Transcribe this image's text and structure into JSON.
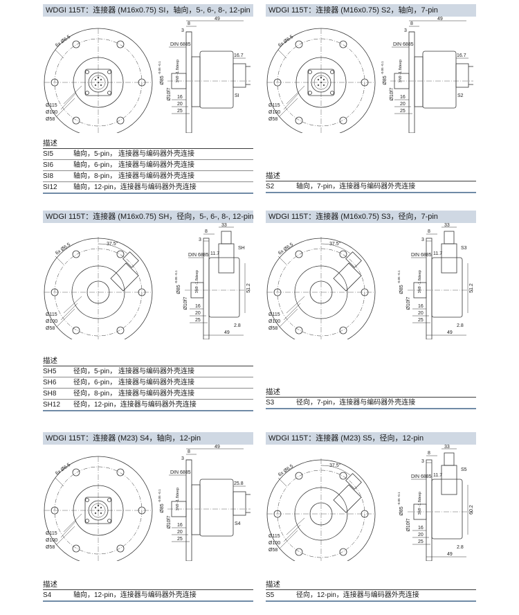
{
  "panels": [
    {
      "title": "WDGI 115T：连接器 (M16x0.75)  SI，轴向，5-, 6-, 8-, 12-pin",
      "table_title": "描述",
      "labels": {
        "holes": "6x Ø6.5",
        "d115": "Ø115",
        "d100": "Ø100",
        "d58": "Ø58",
        "din": "DIN 6885",
        "key": "3N9 -1.8deep",
        "d85": "Ø85",
        "tol": "-0.05 -0.1",
        "d10": "Ø10f7",
        "l16": "16",
        "l20": "20",
        "l25": "25",
        "w49": "49",
        "w8": "8",
        "w3": "3",
        "w16": "16.7",
        "conn": "SI"
      },
      "rows": [
        {
          "code": "SI5",
          "desc": "轴向，5-pin，  连接器与编码器外壳连接"
        },
        {
          "code": "SI6",
          "desc": "轴向，6-pin，  连接器与编码器外壳连接"
        },
        {
          "code": "SI8",
          "desc": "轴向，8-pin，  连接器与编码器外壳连接"
        },
        {
          "code": "SI12",
          "desc": "轴向，12-pin，连接器与编码器外壳连接"
        }
      ]
    },
    {
      "title": "WDGI 115T：连接器 (M16x0.75)  S2，轴向，7-pin",
      "table_title": "描述",
      "labels": {
        "holes": "6x Ø6.5",
        "d115": "Ø115",
        "d100": "Ø100",
        "d58": "Ø58",
        "din": "DIN 6885",
        "key": "3N9 -1.8deep",
        "d85": "Ø85",
        "tol": "-0.05 -0.1",
        "d10": "Ø10f7",
        "l16": "16",
        "l20": "20",
        "l25": "25",
        "w49": "49",
        "w8": "8",
        "w3": "3",
        "w16": "16.7",
        "conn": "S2"
      },
      "rows": [
        {
          "code": "S2",
          "desc": "轴向，7-pin，连接器与编码器外壳连接"
        }
      ]
    },
    {
      "title": "WDGI 115T：连接器 (M16x0.75)  SH，径向，5-, 6-, 8-, 12-pin",
      "table_title": "描述",
      "labels": {
        "holes": "6x Ø6.5",
        "d115": "Ø115",
        "d100": "Ø100",
        "d58": "Ø58",
        "din": "DIN 6885",
        "key": "3N9 -1.8deep",
        "d85": "Ø85",
        "tol": "-0.05 -0.1",
        "d10": "Ø10f7",
        "l16": "16",
        "l20": "20",
        "l25": "25",
        "w49": "49",
        "w8": "8",
        "w3": "3",
        "angle": "37.5°",
        "w33": "33",
        "w117": "11.7",
        "h512": "51.2",
        "w28": "2.8",
        "conn": "SH"
      },
      "rows": [
        {
          "code": "SH5",
          "desc": "径向，5-pin，  连接器与编码器外壳连接"
        },
        {
          "code": "SH6",
          "desc": "径向，6-pin，  连接器与编码器外壳连接"
        },
        {
          "code": "SH8",
          "desc": "径向，8-pin，  连接器与编码器外壳连接"
        },
        {
          "code": "SH12",
          "desc": "径向，12-pin，连接器与编码器外壳连接"
        }
      ]
    },
    {
      "title": "WDGI 115T：连接器 (M16x0.75)  S3，径向，7-pin",
      "table_title": "描述",
      "labels": {
        "holes": "6x Ø6.5",
        "d115": "Ø115",
        "d100": "Ø100",
        "d58": "Ø58",
        "din": "DIN 6885",
        "key": "3N9 -1.8deep",
        "d85": "Ø85",
        "tol": "-0.05 -0.1",
        "d10": "Ø10f7",
        "l16": "16",
        "l20": "20",
        "l25": "25",
        "w49": "49",
        "w8": "8",
        "w3": "3",
        "angle": "37.5°",
        "w33": "33",
        "w117": "11.7",
        "h512": "51.2",
        "w28": "2.8",
        "conn": "S3"
      },
      "rows": [
        {
          "code": "S3",
          "desc": "径向，7-pin，连接器与编码器外壳连接"
        }
      ]
    },
    {
      "title": "WDGI 115T：连接器 (M23)  S4，轴向，12-pin",
      "table_title": "描述",
      "labels": {
        "holes": "6x Ø6.5",
        "d115": "Ø115",
        "d100": "Ø100",
        "d58": "Ø58",
        "din": "DIN 6885",
        "key": "3N9 -1.8deep",
        "d85": "Ø85",
        "tol": "-0.05 -0.1",
        "d10": "Ø10f7",
        "l16": "16",
        "l20": "20",
        "l25": "25",
        "w49": "49",
        "w8": "8",
        "w3": "3",
        "w16": "25.8",
        "conn": "S4"
      },
      "rows": [
        {
          "code": "S4",
          "desc": "轴向，12-pin，连接器与编码器外壳连接"
        }
      ]
    },
    {
      "title": "WDGI 115T：连接器 (M23)  S5，径向，12-pin",
      "table_title": "描述",
      "labels": {
        "holes": "6x Ø6.5",
        "d115": "Ø115",
        "d100": "Ø100",
        "d58": "Ø58",
        "din": "DIN 6885",
        "key": "3N9 -1.8deep",
        "d85": "Ø85",
        "tol": "-0.05 -0.1",
        "d10": "Ø10f7",
        "l16": "16",
        "l20": "20",
        "l25": "25",
        "w49": "49",
        "w8": "8",
        "w3": "3",
        "angle": "37.5°",
        "w33": "33",
        "w117": "11.7",
        "h512": "60.2",
        "w28": "2.8",
        "conn": "S5"
      },
      "rows": [
        {
          "code": "S5",
          "desc": "径向，12-pin，连接器与编码器外壳连接"
        }
      ]
    }
  ]
}
